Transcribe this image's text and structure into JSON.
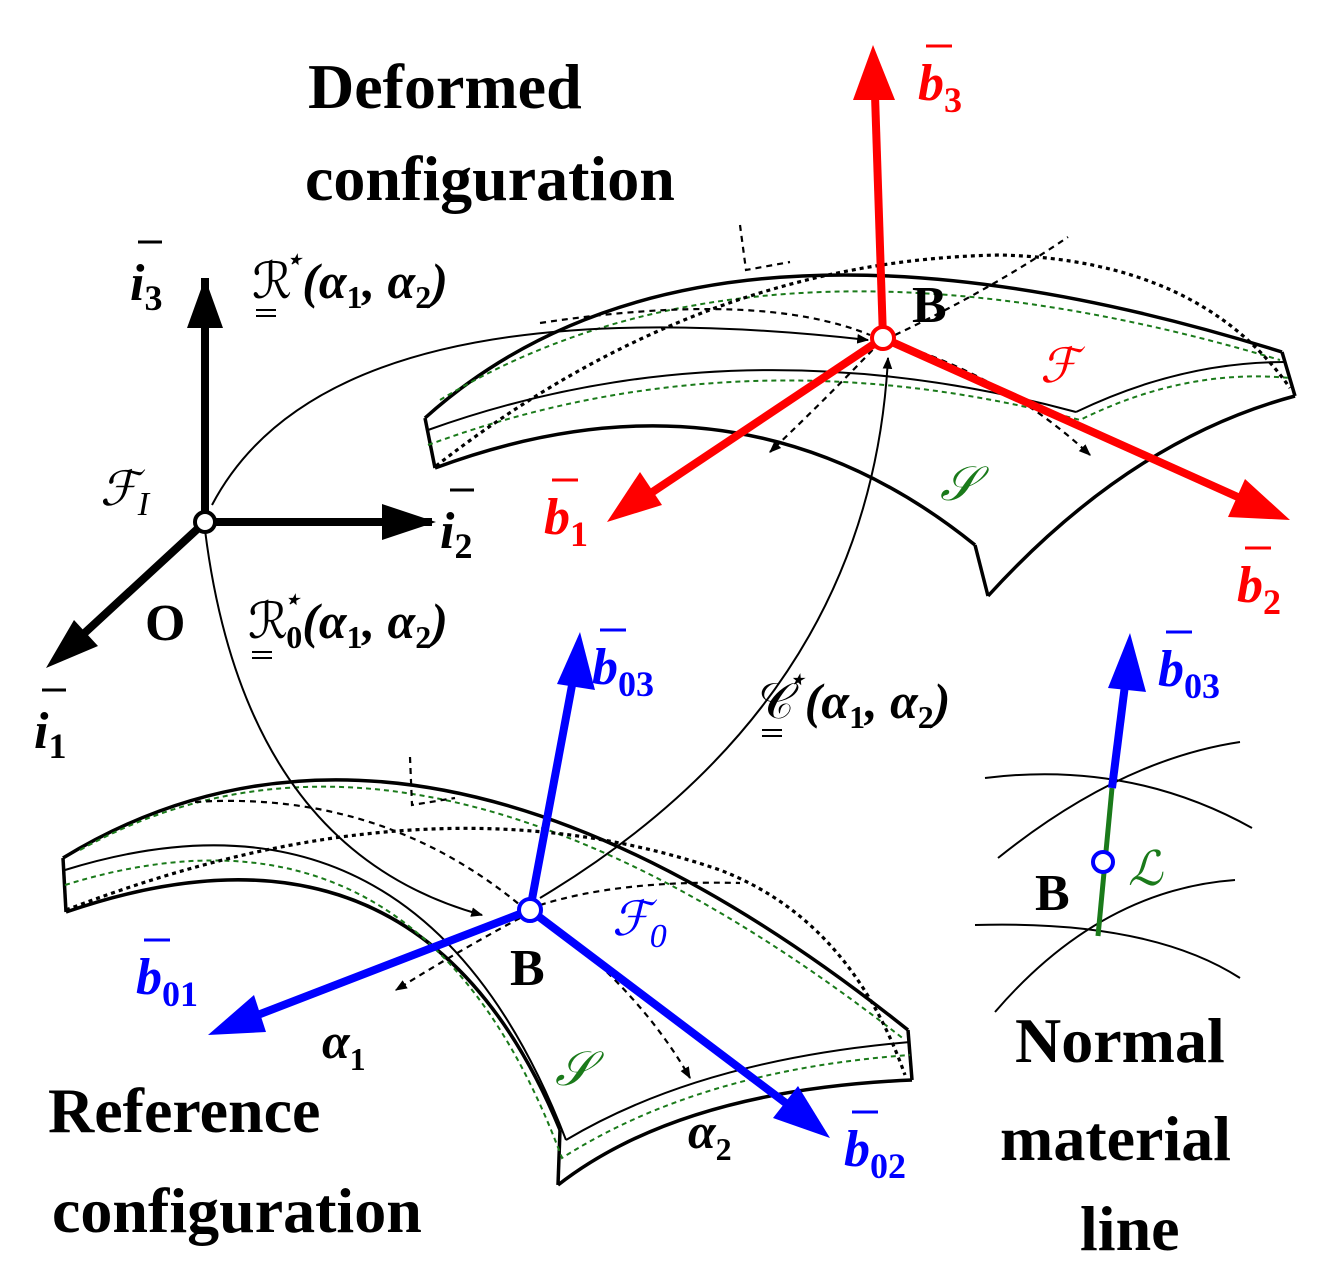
{
  "labels": {
    "deformed_line1": "Deformed",
    "deformed_line2": "configuration",
    "reference_line1": "Reference",
    "reference_line2": "configuration",
    "normal_line1": "Normal",
    "normal_line2": "material",
    "normal_line3": "line",
    "origin": "O",
    "point_deformed": "B",
    "point_reference": "B",
    "point_normal": "B"
  },
  "inertial_frame": {
    "name": "ℱ",
    "name_sub": "I",
    "i1": "i",
    "i1_sub": "1",
    "i2": "i",
    "i2_sub": "2",
    "i3": "i",
    "i3_sub": "3"
  },
  "deformed_frame": {
    "name": "ℱ",
    "b1": "b",
    "b1_sub": "1",
    "b2": "b",
    "b2_sub": "2",
    "b3": "b",
    "b3_sub": "3",
    "surface": "𝒮"
  },
  "reference_frame": {
    "name": "ℱ",
    "name_sub": "0",
    "b01": "b",
    "b01_sub": "01",
    "b02": "b",
    "b02_sub": "02",
    "b03": "b",
    "b03_sub": "03",
    "surface": "𝒮",
    "alpha1": "α",
    "alpha1_sub": "1",
    "alpha2": "α",
    "alpha2_sub": "2"
  },
  "normal_line": {
    "b03": "b",
    "b03_sub": "03",
    "line_symbol": "ℒ"
  },
  "mappings": {
    "R_sym": "ℛ",
    "R_star": "⋆",
    "R_args_open": "(",
    "R_a1": "α",
    "R_a1_sub": "1",
    "R_sep": ", ",
    "R_a2": "α",
    "R_a2_sub": "2",
    "R_close": ")",
    "R0_sym": "ℛ",
    "R0_star": "⋆",
    "R0_sub": "0",
    "R0_args_open": "(",
    "R0_a1": "α",
    "R0_a1_sub": "1",
    "R0_sep": ", ",
    "R0_a2": "α",
    "R0_a2_sub": "2",
    "R0_close": ")",
    "C_sym": "𝒞",
    "C_star": "⋆",
    "C_args_open": "(",
    "C_a1": "α",
    "C_a1_sub": "1",
    "C_sep": ", ",
    "C_a2": "α",
    "C_a2_sub": "2",
    "C_close": ")"
  },
  "colors": {
    "deformed": "#ff0000",
    "reference": "#0000ff",
    "inertial": "#000000",
    "surface": "#1a7a1a"
  }
}
